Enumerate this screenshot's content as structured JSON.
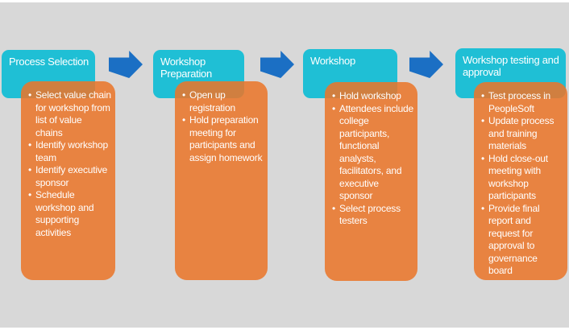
{
  "diagram": {
    "colors": {
      "header_fill": "#1fbfd5",
      "body_fill": "#e9762b",
      "arrow_fill": "#1b6fc4",
      "background": "#d8d8d8",
      "text": "#ffffff"
    },
    "stages": [
      {
        "title": "Process Selection",
        "bullets": [
          "Select value chain for workshop from list of value chains",
          "Identify workshop team",
          "Identify executive sponsor",
          "Schedule workshop and supporting activities"
        ]
      },
      {
        "title": "Workshop Preparation",
        "bullets": [
          "Open up registration",
          "Hold preparation meeting for participants and assign homework"
        ]
      },
      {
        "title": "Workshop",
        "bullets": [
          "Hold workshop",
          "Attendees include college participants, functional analysts, facilitators, and executive sponsor",
          "Select process testers"
        ]
      },
      {
        "title": "Workshop testing and approval",
        "bullets": [
          "Test process in PeopleSoft",
          "Update process and training materials",
          "Hold close-out meeting with workshop participants",
          "Provide final report and request for approval to governance board"
        ]
      }
    ]
  }
}
